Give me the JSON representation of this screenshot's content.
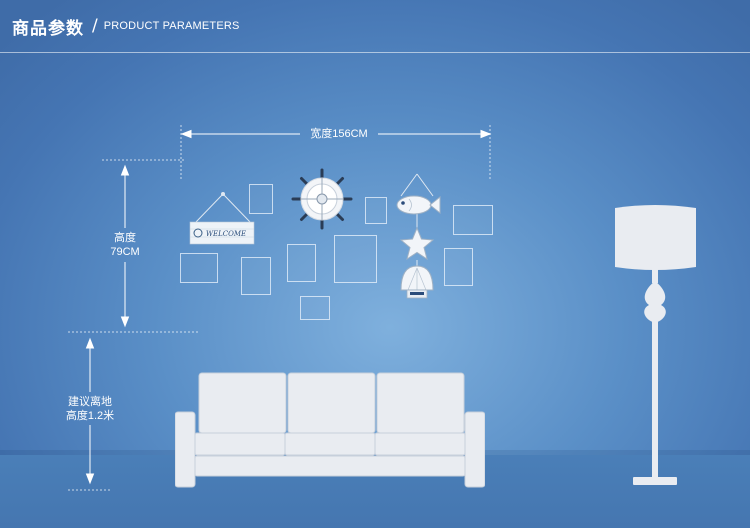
{
  "header": {
    "title_cn": "商品参数",
    "separator": "/",
    "title_en": "PRODUCT PARAMETERS"
  },
  "dimensions": {
    "width_label": "宽度156CM",
    "height_label_line1": "高度",
    "height_label_line2": "79CM",
    "mount_label_line1": "建议离地",
    "mount_label_line2": "高度1.2米"
  },
  "sign": {
    "text": "WELCOME"
  },
  "colors": {
    "wall_center": "#7fb0dd",
    "wall_edge": "#3f6ca8",
    "furniture": "#e9ecf1",
    "line": "#ffffff"
  },
  "icons": [
    "ship-wheel-icon",
    "fish-icon",
    "starfish-icon",
    "shell-icon",
    "floor-lamp-icon",
    "sofa-icon"
  ]
}
